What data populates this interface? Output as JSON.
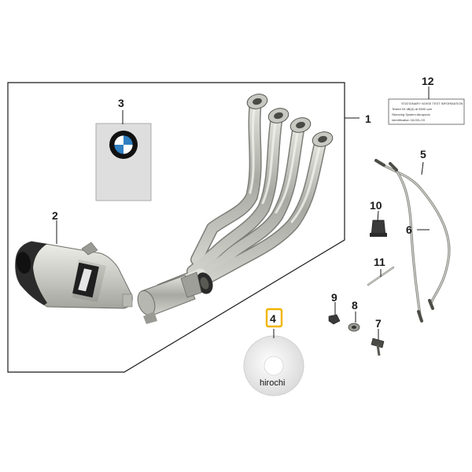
{
  "callouts": {
    "c1": "1",
    "c2": "2",
    "c3": "3",
    "c4": "4",
    "c5": "5",
    "c6": "6",
    "c7": "7",
    "c8": "8",
    "c9": "9",
    "c10": "10",
    "c11": "11",
    "c12": "12"
  },
  "highlighted_callout": "4",
  "label_sticker": {
    "line1": "STATIONARY NOISE TEST INFORMATION",
    "line2": "Tested 94 dB(A) at 5500 rpm",
    "line3": "Silencing System Akrapovic",
    "line4": "Identification 18-001-03"
  },
  "watermark": "hirochi",
  "colors": {
    "line": "#1a1a1a",
    "highlight": "#f2b500",
    "metal_dark": "#8d8d88",
    "metal_mid": "#b3b3ad",
    "metal_light": "#dcdcd6",
    "bmw_blue": "#2f7fc1",
    "manual_bg": "#dedede"
  }
}
